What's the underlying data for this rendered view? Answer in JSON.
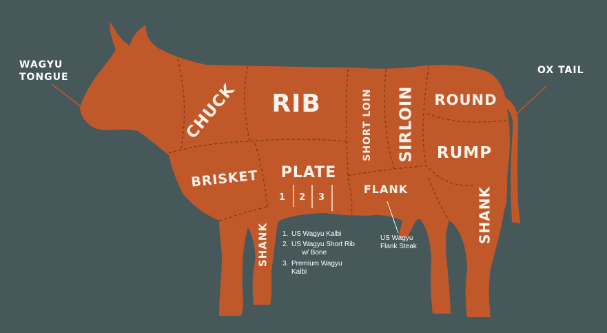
{
  "colors": {
    "background": "#465859",
    "cow": "#c1582a",
    "text": "#ffffff"
  },
  "external_labels": {
    "tongue_line1": "WAGYU",
    "tongue_line2": "TONGUE",
    "oxtail": "OX TAIL"
  },
  "cuts": {
    "chuck": "CHUCK",
    "rib": "RIB",
    "short_loin": "SHORT LOIN",
    "sirloin": "SIRLOIN",
    "round": "ROUND",
    "rump": "RUMP",
    "brisket": "BRISKET",
    "plate": "PLATE",
    "flank": "FLANK",
    "shank_front": "SHANK",
    "shank_rear": "SHANK",
    "plate_sections": [
      "1",
      "2",
      "3"
    ]
  },
  "plate_notes": [
    {
      "num": "1.",
      "lines": [
        "US Wagyu Kalbi"
      ]
    },
    {
      "num": "2.",
      "lines": [
        "US Wagyu Short Rib",
        "w/ Bone"
      ]
    },
    {
      "num": "3.",
      "lines": [
        "Premium Wagyu",
        "Kalbi"
      ]
    }
  ],
  "flank_note": {
    "lines": [
      "US Wagyu",
      "Flank Steak"
    ]
  }
}
